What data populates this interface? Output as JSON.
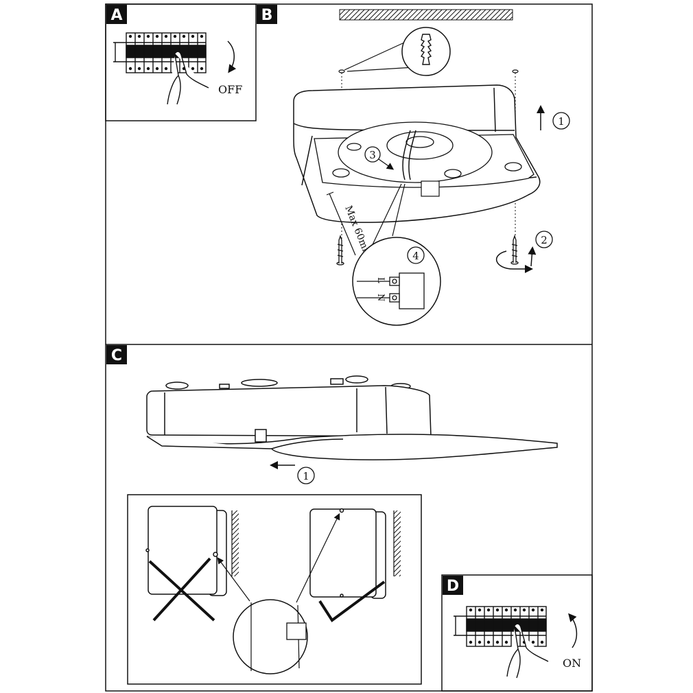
{
  "panels": {
    "a": {
      "letter": "A",
      "switch_label": "OFF"
    },
    "b": {
      "letter": "B",
      "step1": "1",
      "step2": "2",
      "step3": "3",
      "step4": "4",
      "max_label": "Max 60mm",
      "terminal_l": "L",
      "terminal_n": "N"
    },
    "c": {
      "letter": "C",
      "step1": "1"
    },
    "d": {
      "letter": "D",
      "switch_label": "ON"
    }
  },
  "colors": {
    "line": "#111111",
    "background": "#ffffff",
    "label_fill": "#111111"
  }
}
